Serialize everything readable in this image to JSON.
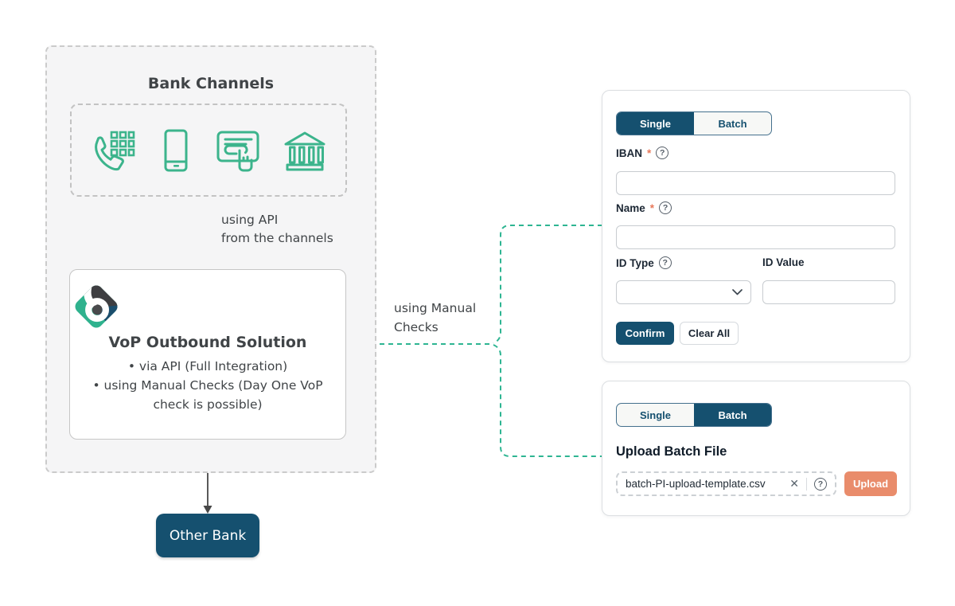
{
  "ui": {
    "required_marker": "*",
    "help_glyph": "?",
    "clear_glyph": "✕"
  },
  "colors": {
    "navy": "#15506f",
    "teal_connector": "#2eb592",
    "icon_green": "#3cb48c",
    "salmon": "#e98c6b",
    "required_red": "#e8795a",
    "panel_border": "#dcdfe2",
    "diagram_bg": "#f5f5f6",
    "text_dark": "#404447"
  },
  "diagram": {
    "bank_channels": {
      "title": "Bank Channels",
      "icons": [
        "phone-keypad-icon",
        "smartphone-icon",
        "online-banking-click-icon",
        "bank-building-icon"
      ]
    },
    "api_label": {
      "line1": "using API",
      "line2": "from the channels"
    },
    "vop_box": {
      "title": "VoP Outbound Solution",
      "bullets": [
        "via API (Full Integration)",
        "using Manual Checks (Day One VoP check is possible)"
      ]
    },
    "manual_label": {
      "line1": "using Manual",
      "line2": "Checks"
    },
    "other_bank_label": "Other Bank"
  },
  "single_panel": {
    "tabs": [
      {
        "label": "Single",
        "active": true
      },
      {
        "label": "Batch",
        "active": false
      }
    ],
    "fields": {
      "iban": {
        "label": "IBAN",
        "required": true,
        "value": ""
      },
      "name": {
        "label": "Name",
        "required": true,
        "value": ""
      },
      "id_type": {
        "label": "ID Type",
        "selected": ""
      },
      "id_value": {
        "label": "ID Value",
        "value": ""
      }
    },
    "buttons": {
      "confirm": "Confirm",
      "clear_all": "Clear All"
    }
  },
  "batch_panel": {
    "tabs": [
      {
        "label": "Single",
        "active": false
      },
      {
        "label": "Batch",
        "active": true
      }
    ],
    "heading": "Upload Batch File",
    "file_name": "batch-PI-upload-template.csv",
    "upload_label": "Upload"
  }
}
